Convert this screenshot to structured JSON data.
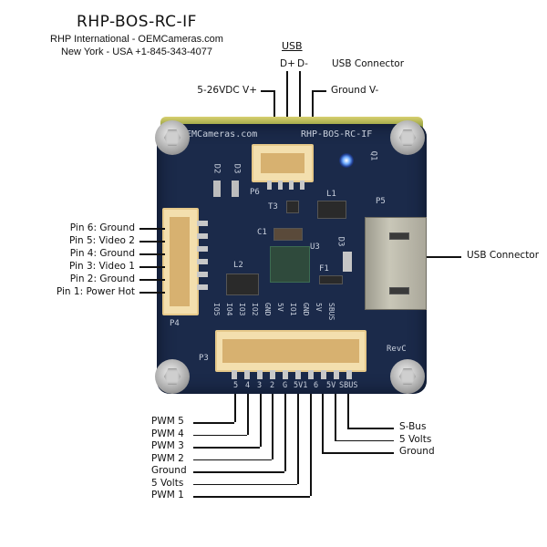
{
  "header": {
    "title": "RHP-BOS-RC-IF",
    "company_line": "RHP International - OEMCameras.com",
    "location_line": "New York - USA +1-845-343-4077"
  },
  "top_labels": {
    "usb_heading": "USB",
    "d_plus": "D+",
    "d_minus": "D-",
    "usb_connector": "USB Connector",
    "power_in": "5-26VDC V+",
    "ground": "Ground V-"
  },
  "left_labels": [
    "Pin 6: Ground",
    "Pin 5: Video 2",
    "Pin 4: Ground",
    "Pin 3: Video 1",
    "Pin 2: Ground",
    "Pin 1: Power Hot"
  ],
  "right_label": "USB Connector",
  "bottom_left_labels": [
    "PWM 5",
    "PWM 4",
    "PWM 3",
    "PWM 2",
    "Ground",
    "5 Volts",
    "PWM 1"
  ],
  "bottom_right_labels": [
    "S-Bus",
    "5 Volts",
    "Ground"
  ],
  "board_silkscreen": {
    "brand": "OEMCameras.com",
    "model": "RHP-BOS-RC-IF",
    "revision": "RevC",
    "refs": [
      "D2",
      "D3",
      "P6",
      "T3",
      "L1",
      "P5",
      "C1",
      "U3",
      "D3",
      "L2",
      "F1",
      "P4",
      "P3",
      "Q1"
    ],
    "header_pins_top": [
      "IO5",
      "IO4",
      "IO3",
      "IO2",
      "GND",
      "5V",
      "IO1",
      "GND",
      "5V",
      "SBUS"
    ],
    "header_pins_bottom": [
      "5",
      "4",
      "3",
      "2",
      "G",
      "5V1",
      "6",
      "5V",
      "SBUS"
    ]
  },
  "colors": {
    "board": "#1b2a4a",
    "connector": "#f3dfae",
    "led": "#6aa8ff",
    "lines": "#111111"
  }
}
